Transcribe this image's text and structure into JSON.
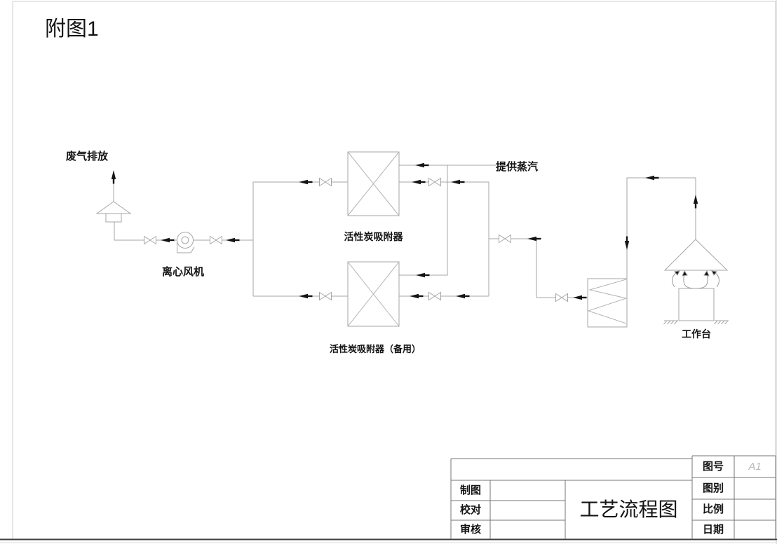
{
  "figure_label": "附图1",
  "diagram_labels": {
    "exhaust": "废气排放",
    "fan": "离心风机",
    "adsorber_main": "活性炭吸附器",
    "steam": "提供蒸汽",
    "adsorber_backup": "活性炭吸附器（备用）",
    "workbench": "工作台"
  },
  "title_block": {
    "title": "工艺流程图",
    "left_rows": [
      {
        "label": "制图",
        "value": ""
      },
      {
        "label": "校对",
        "value": ""
      },
      {
        "label": "审核",
        "value": ""
      }
    ],
    "right_rows": [
      {
        "label": "图号",
        "value": "A1"
      },
      {
        "label": "图别",
        "value": ""
      },
      {
        "label": "比例",
        "value": ""
      },
      {
        "label": "日期",
        "value": ""
      }
    ]
  },
  "colors": {
    "pipe": "#a6a6a6",
    "arrow": "#141414",
    "grid": "#757575",
    "frame_light": "#cfcfcf",
    "frame_dark": "#3e3e3e",
    "value_gray": "#b9b9b9"
  }
}
